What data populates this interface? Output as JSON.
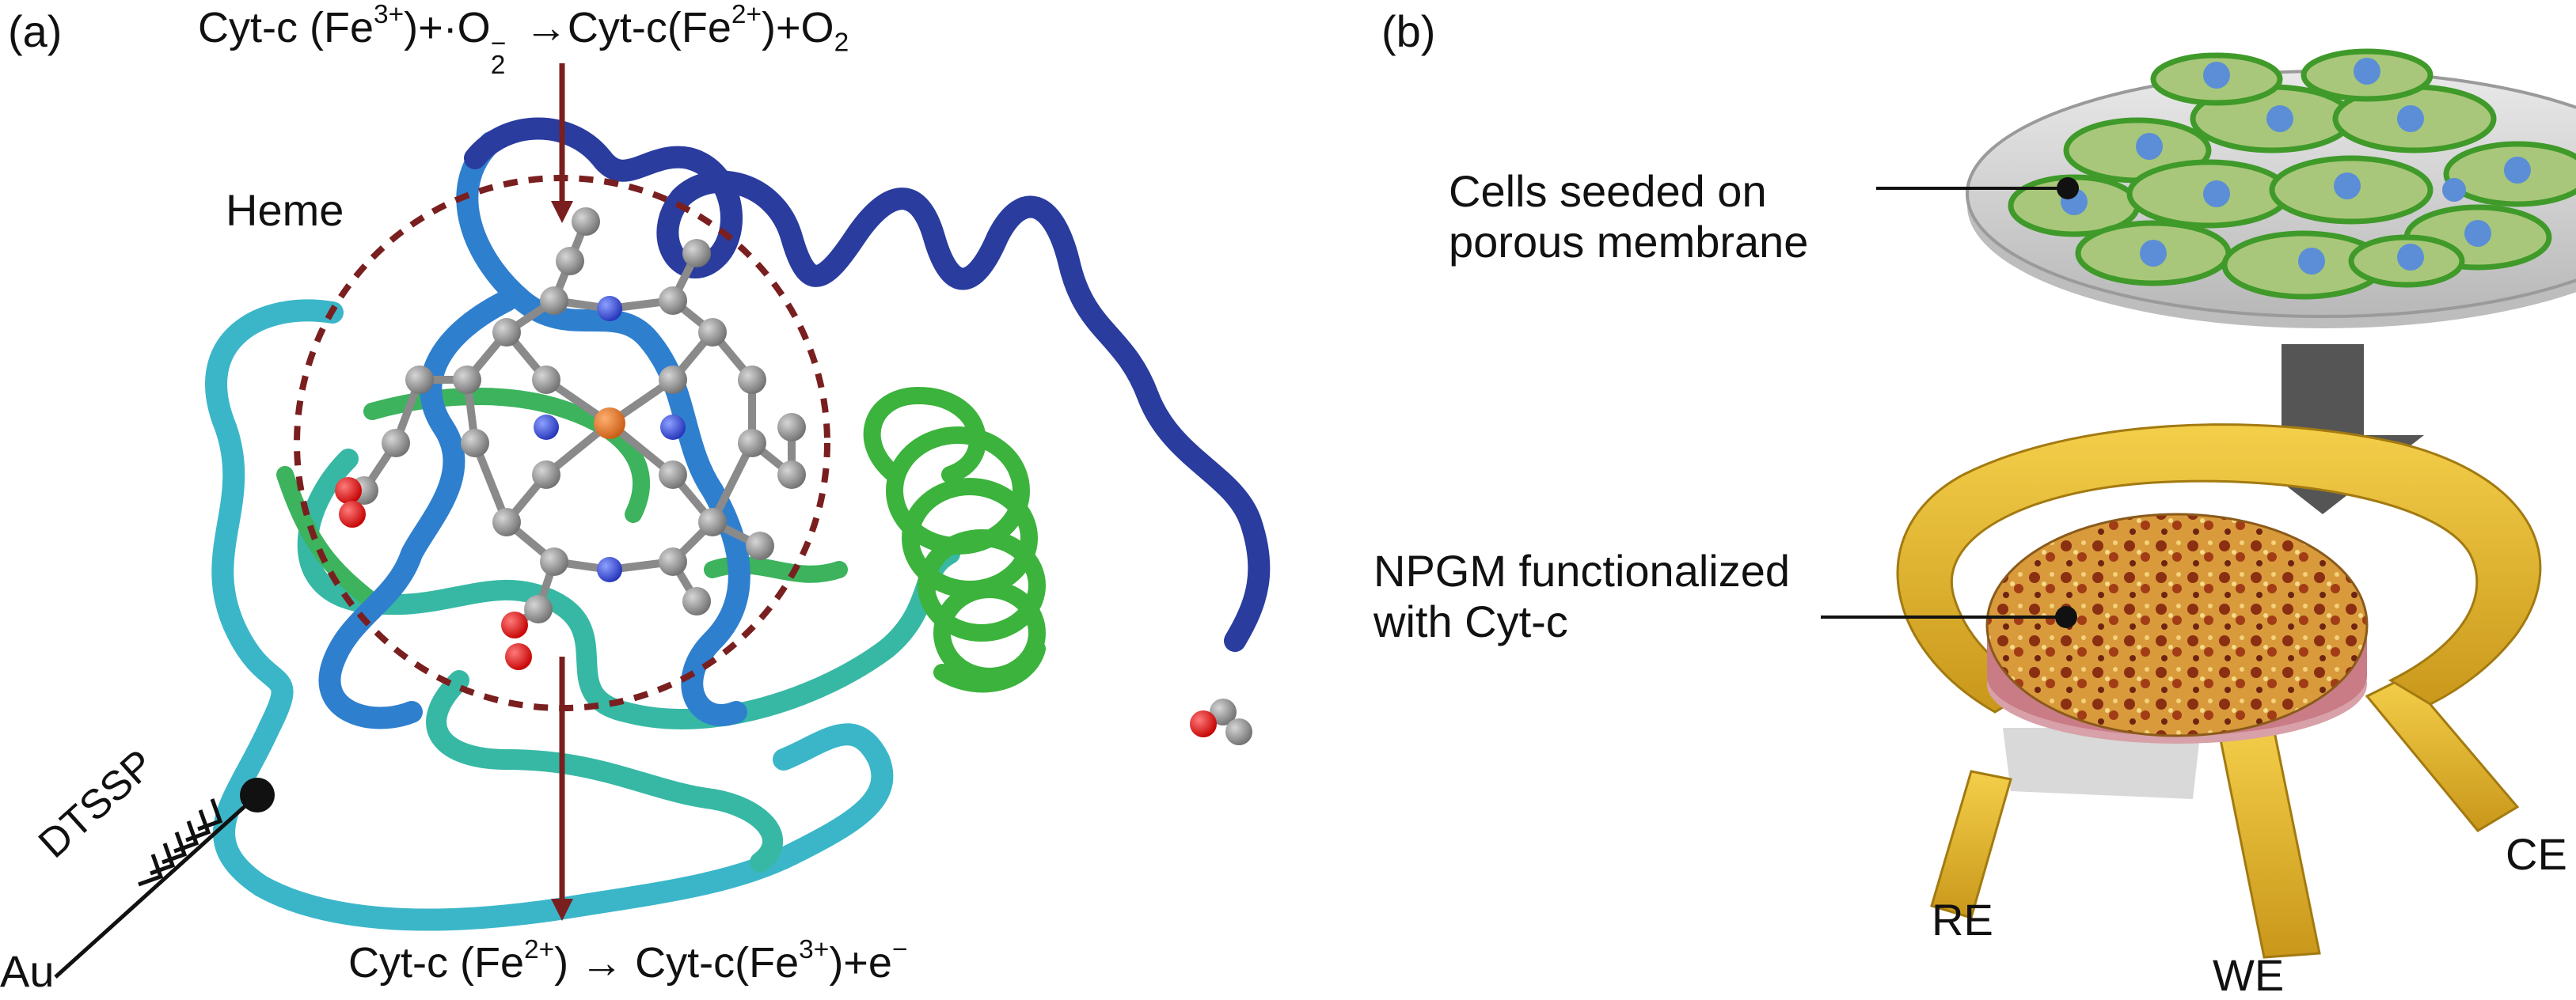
{
  "panel_a": {
    "label": "(a)",
    "equation_top": {
      "reactant": "Cyt-c (Fe",
      "reactant_charge": "3+",
      "plus_radical": ")+·O",
      "o2_sub": "2",
      "o2_sup": "−",
      "product": "→Cyt-c(Fe",
      "product_charge": "2+",
      "product_tail": ")+O",
      "o2_product_sub": "2"
    },
    "heme_label": "Heme",
    "dtssp_label": "DTSSP",
    "au_label": "Au",
    "equation_bottom": {
      "reactant": "Cyt-c (Fe",
      "reactant_charge": "2+",
      "arrow": ") → Cyt-c(Fe",
      "product_charge": "3+",
      "tail": ")+e",
      "electron_sup": "−"
    }
  },
  "panel_b": {
    "label": "(b)",
    "cells_label_line1": "Cells seeded on",
    "cells_label_line2": "porous membrane",
    "npgm_label_line1": "NPGM functionalized",
    "npgm_label_line2": "with Cyt-c",
    "electrodes": {
      "re": "RE",
      "we": "WE",
      "ce": "CE"
    }
  },
  "colors": {
    "loop_cyan": "#3bb6c9",
    "loop_teal": "#37b8a4",
    "loop_blue": "#2f7fcf",
    "loop_dark_blue": "#2a3c9e",
    "helix_green": "#3cb33c",
    "heme_circle": "#7a1f1f",
    "arrow_maroon": "#7a1f1f",
    "electrode_gold": "#e6b82e",
    "membrane_gray": "#cccccc",
    "nucleus_blue": "#5b8ed6",
    "cell_green": "#3f9a2a"
  }
}
